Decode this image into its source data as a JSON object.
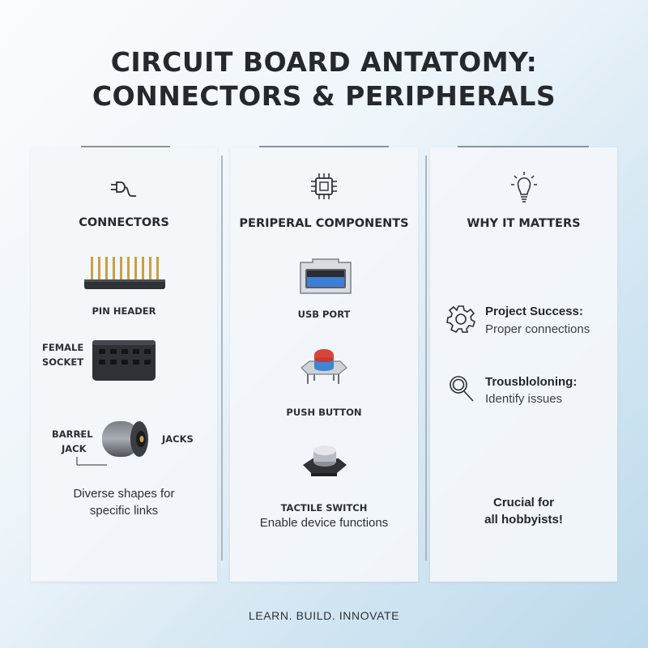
{
  "title": {
    "line1": "CIRCUIT BOARD ANTATOMY:",
    "line2": "CONNECTORS & PERIPHERALS"
  },
  "columns": {
    "connectors": {
      "heading": "CONNECTORS",
      "icon": "plug-icon",
      "items": {
        "pin_header": "PIN HEADER",
        "female_socket_line1": "FEMALE",
        "female_socket_line2": "SOCKET",
        "barrel_line1": "BARREL",
        "barrel_line2": "JACK",
        "jacks": "JACKS"
      },
      "description_line1": "Diverse shapes for",
      "description_line2": "specific links"
    },
    "peripherals": {
      "heading": "PERIPERAL COMPONENTS",
      "icon": "chip-icon",
      "items": {
        "usb_port": "USB PORT",
        "push_button": "PUSH BUTTON",
        "tactile_switch": "TACTILE SWITCH"
      },
      "description": "Enable device functions"
    },
    "why": {
      "heading": "WHY IT MATTERS",
      "icon": "lightbulb-icon",
      "features": [
        {
          "icon": "gear-icon",
          "title": "Project Success:",
          "desc": "Proper connections"
        },
        {
          "icon": "magnifier-icon",
          "title": "Trousbloloning:",
          "desc": "Identify issues"
        }
      ],
      "closing_line1": "Crucial for",
      "closing_line2": "all hobbyists!"
    }
  },
  "footer": "LEARN. BUILD. INNOVATE",
  "colors": {
    "usb_blue": "#3d7fd6",
    "button_red": "#d8443a",
    "button_blue": "#3f86d3",
    "component_dark": "#2f3236",
    "gold": "#c9a043"
  }
}
